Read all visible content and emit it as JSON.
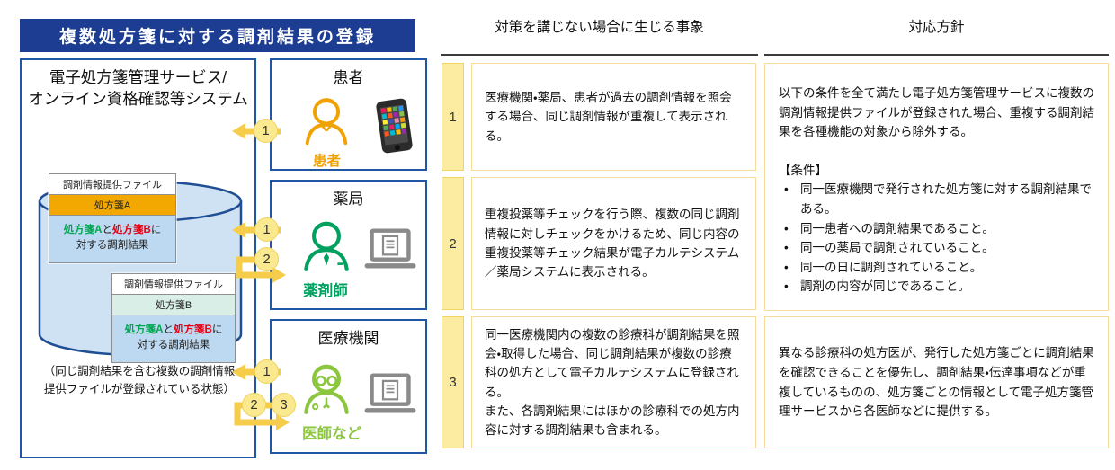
{
  "banner": {
    "title": "複数処方箋に対する調剤結果の登録"
  },
  "service_box": {
    "title": "電子処方箋管理サービス/\nオンライン資格確認等システム",
    "file_a": {
      "header": "調剤情報提供ファイル",
      "bar": "処方箋A",
      "rx_a": "処方箋A",
      "and": "と",
      "rx_b": "処方箋B",
      "ni": "に",
      "line2": "対する調剤結果"
    },
    "file_b": {
      "header": "調剤情報提供ファイル",
      "bar": "処方箋B",
      "rx_a": "処方箋A",
      "and": "と",
      "rx_b": "処方箋B",
      "ni": "に",
      "line2": "対する調剤結果"
    },
    "note": "（同じ調剤結果を含む複数の調剤情報\n提供ファイルが登録されている状態）"
  },
  "actors": {
    "patient": {
      "box_title": "患者",
      "label": "患者"
    },
    "pharmacy": {
      "box_title": "薬局",
      "label": "薬剤師"
    },
    "medical": {
      "box_title": "医療機関",
      "label": "医師など"
    }
  },
  "flow": {
    "n1": "1",
    "n2": "2",
    "n3": "3"
  },
  "issues": {
    "header": "対策を講じない場合に生じる事象",
    "rows": [
      {
        "num": "1",
        "text": "医療機関・薬局、患者が過去の調剤情報を照会する場合、同じ調剤情報が重複して表示される。"
      },
      {
        "num": "2",
        "text": "重複投薬等チェックを行う際、複数の同じ調剤情報に対しチェックをかけるため、同じ内容の重複投薬等チェック結果が電子カルテシステム／薬局システムに表示される。"
      },
      {
        "num": "3",
        "text": "同一医療機関内の複数の診療科が調剤結果を照会・取得した場合、同じ調剤結果が複数の診療科の処方として電子カルテシステムに登録される。\nまた、各調剤結果にはほかの診療科での処方内容に対する調剤結果も含まれる。"
      }
    ]
  },
  "policy": {
    "header": "対応方針",
    "box1": {
      "intro": "以下の条件を全て満たし電子処方箋管理サービスに複数の調剤情報提供ファイルが登録された場合、重複する調剤結果を各種機能の対象から除外する。",
      "conditions_label": "【条件】",
      "conditions": [
        "同一医療機関で発行された処方箋に対する調剤結果である。",
        "同一患者への調剤結果であること。",
        "同一の薬局で調剤されていること。",
        "同一の日に調剤されていること。",
        "調剤の内容が同じであること。"
      ]
    },
    "box2": "異なる診療科の処方医が、発行した処方箋ごとに調剤結果を確認できることを優先し、調剤結果・伝達事項などが重複しているものの、処方箋ごとの情報として電子処方箋管理サービスから各医師などに提供する。"
  },
  "colors": {
    "banner_bg": "#1c3d91",
    "box_border": "#2156a5",
    "arrow_gold": "#f6cd4a",
    "circle_fill": "#fbe98f",
    "num_cell_bg": "#fceca2",
    "gold_border": "#f6db9a",
    "patient_orange": "#f0a202",
    "pharmacist_green": "#00a05f",
    "doctor_green": "#8cc63f",
    "rx_a_green": "#00a651",
    "rx_b_red": "#e60012",
    "cylinder_fill": "#cfe2f4",
    "cylinder_border": "#1f4e94",
    "file_a_bar": "#f2a800",
    "file_b_bar": "#daeee8",
    "file_body": "#bdd9f1"
  }
}
